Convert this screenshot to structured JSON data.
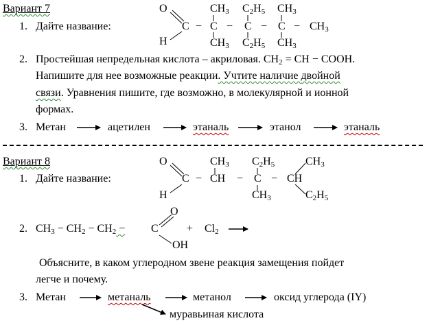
{
  "v7": {
    "title": "Вариант 7",
    "q1": {
      "num": "1.",
      "text": "Дайте название:"
    },
    "formula": {
      "O": "O",
      "H": "H",
      "C": "C",
      "dash": "−",
      "dash2": "−",
      "dash3": "−",
      "dash4": "−",
      "c2": "C",
      "c3": "C",
      "c4": "C",
      "ch3_end": "CH",
      "top1": "CH",
      "top2a": "C",
      "top2b": "H",
      "top3": "CH",
      "bot1": "CH",
      "bot2a": "C",
      "bot2b": "H",
      "bot3": "CH",
      "s3": "3",
      "s2": "2",
      "s5": "5"
    },
    "q2": {
      "num": "2.",
      "line1_a": "Простейшая непредельная кислота – акриловая. CH",
      "line1_b": " = CH − COOH.",
      "line2_a": "Напишите для нее возможные реакции",
      "line2_b": ". Учтите наличие ",
      "line2_c": "двойной",
      "line3_a": "связи",
      "line3_b": ". Уравнения пишите, где возможно, в молекулярной и ионной",
      "line4": "формах."
    },
    "q3": {
      "num": "3.",
      "s1": "Метан",
      "s2": "ацетилен",
      "s3": "этаналь",
      "s4": "этанол",
      "s5": "этаналь"
    }
  },
  "v8": {
    "title": "Вариант 8",
    "q1": {
      "num": "1.",
      "text": "Дайте название:"
    },
    "formula": {
      "O": "O",
      "H": "H",
      "C": "C",
      "dash": "−",
      "ch": "CH",
      "dash2": "−",
      "c": "C",
      "dash3": "−",
      "ch2": "CH",
      "top1": "CH",
      "top2a": "C",
      "top2b": "H",
      "top3": "CH",
      "bot2": "CH",
      "bot3a": "C",
      "bot3b": "H",
      "s3": "3",
      "s2": "2",
      "s5": "5"
    },
    "q2": {
      "num": "2.",
      "ch3": "CH",
      "s3": "3",
      "m1": " − CH",
      "s2a": "2",
      "m2": " − CH",
      "s2b": "2",
      "m3": " − ",
      "c": "C",
      "o": "O",
      "oh": "OH",
      "plus": "+",
      "cl": "Cl",
      "s2c": "2",
      "explain1": "Объясните, в каком углеродном звене  реакция замещения пойдет",
      "explain2": "легче и почему."
    },
    "q3": {
      "num": "3.",
      "s1": "Метан",
      "s2": "метаналь",
      "s3": "метанол",
      "s4": "оксид углерода (IY)",
      "branch": "муравьиная кислота"
    }
  }
}
